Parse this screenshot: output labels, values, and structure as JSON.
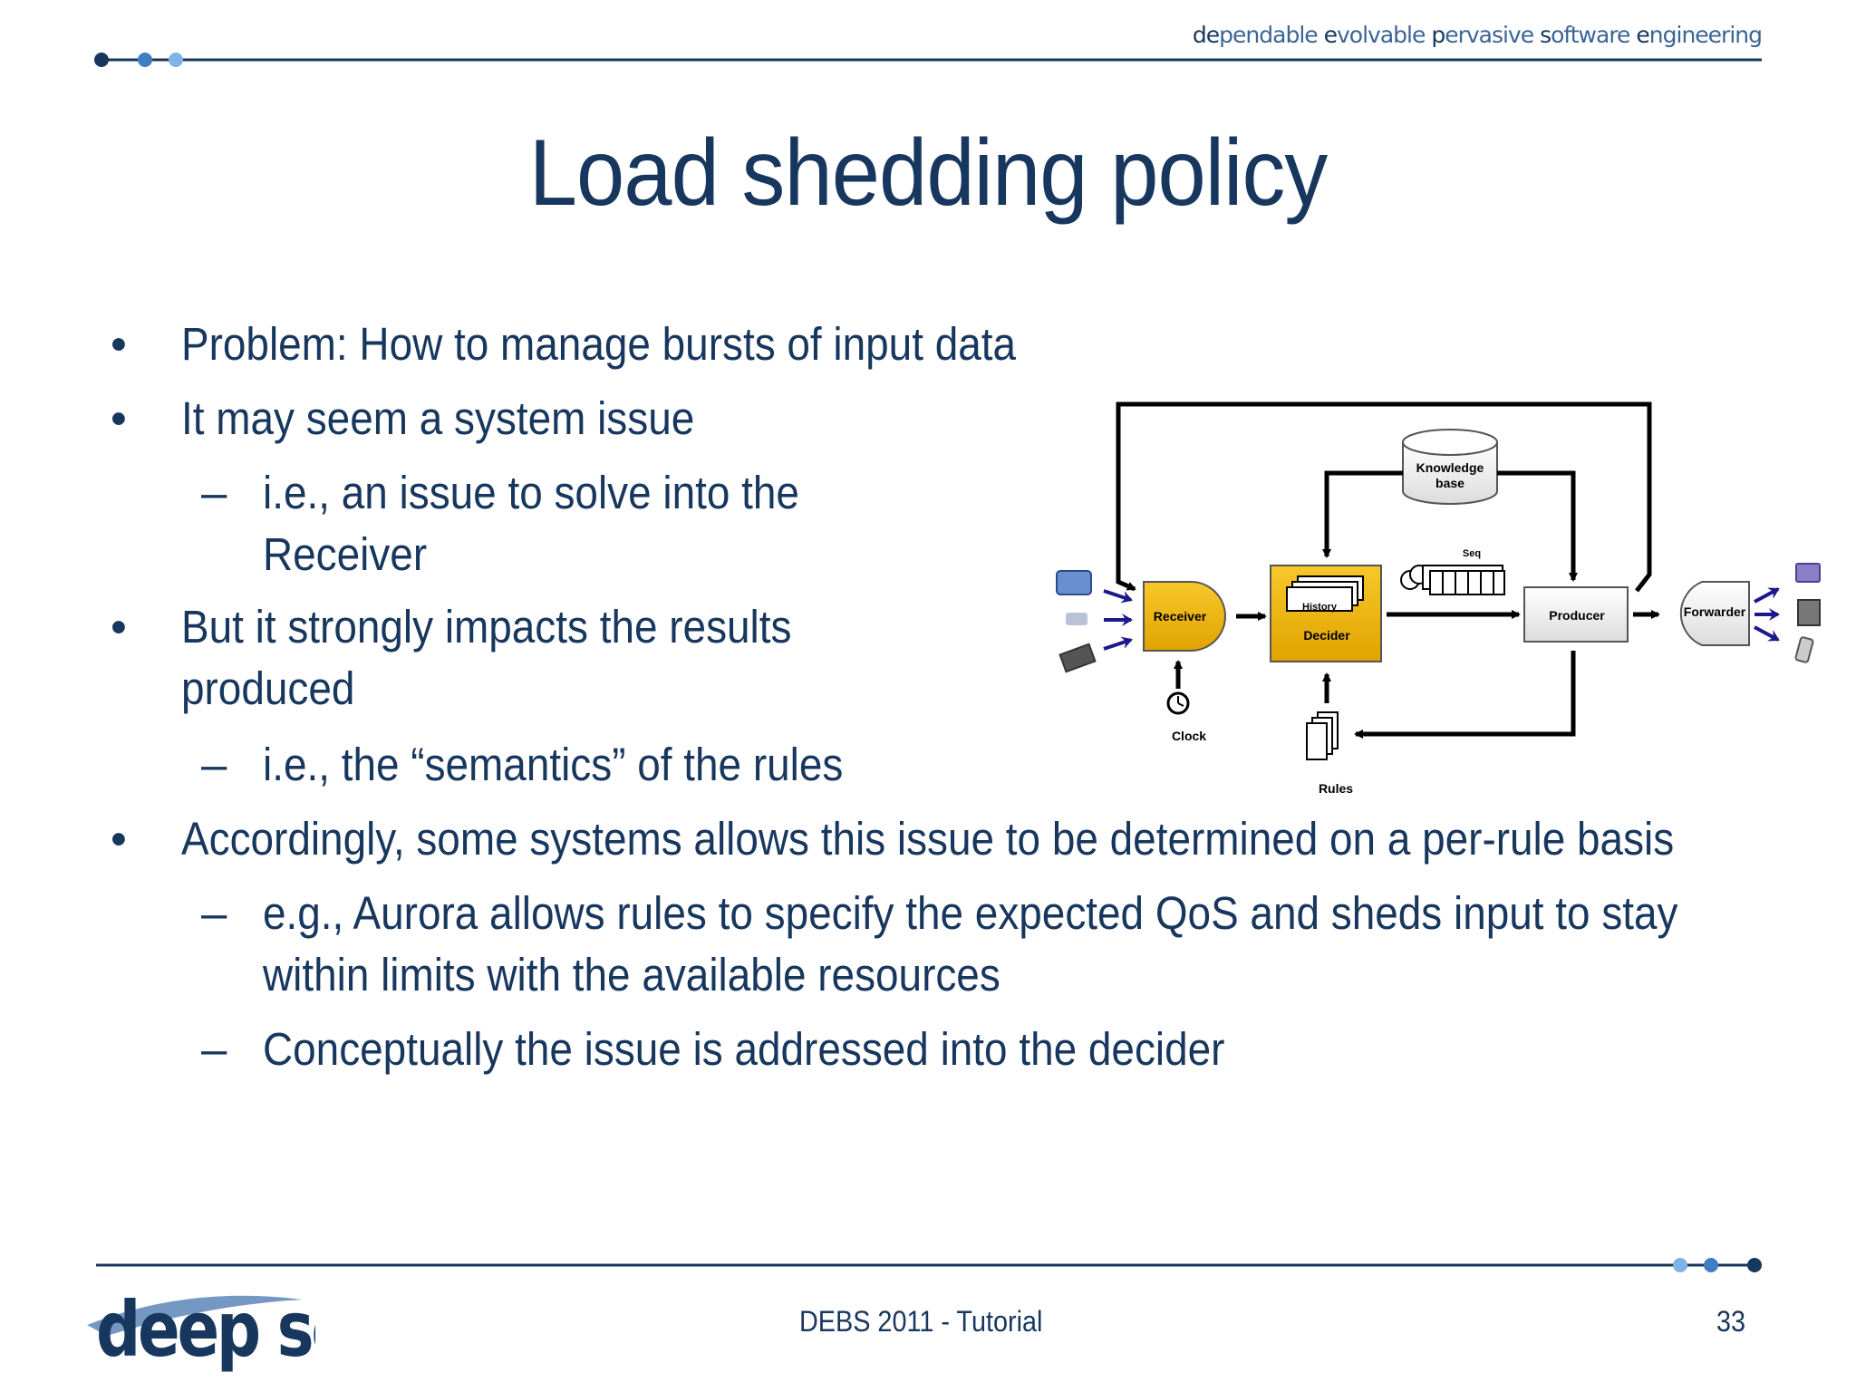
{
  "header": {
    "tagline_words": [
      {
        "first": "de",
        "rest": "pendable"
      },
      {
        "first": "e",
        "rest": "volvable"
      },
      {
        "first": "p",
        "rest": "ervasive"
      },
      {
        "first": "s",
        "rest": "oftware"
      },
      {
        "first": "e",
        "rest": "ngineering"
      }
    ]
  },
  "slide": {
    "title": "Load shedding policy",
    "bullets": [
      {
        "marker": "•",
        "lines": [
          "Problem: How to manage bursts of input data"
        ]
      },
      {
        "marker": "•",
        "lines": [
          "It may seem a system issue"
        ]
      },
      {
        "marker": "–",
        "lines": [
          "i.e., an issue to solve into the",
          "Receiver"
        ]
      },
      {
        "marker": "•",
        "lines": [
          "But it strongly impacts the results",
          "produced"
        ]
      },
      {
        "marker": "–",
        "lines": [
          "i.e., the “semantics” of the rules"
        ]
      },
      {
        "marker": "•",
        "lines": [
          "Accordingly, some systems allows this issue to be determined on a per-rule basis"
        ]
      },
      {
        "marker": "–",
        "lines": [
          "e.g., Aurora allows rules to specify the expected QoS and sheds input to stay",
          "within limits with the available resources"
        ]
      },
      {
        "marker": "–",
        "lines": [
          "Conceptually the issue is addressed into the decider"
        ]
      }
    ]
  },
  "diagram": {
    "labels": {
      "knowledge_base": [
        "Knowledge",
        "base"
      ],
      "seq": "Seq",
      "receiver": "Receiver",
      "history": "History",
      "decider": "Decider",
      "producer": "Producer",
      "forwarder": "Forwarder",
      "clock": "Clock",
      "rules": "Rules"
    },
    "colors": {
      "component_fill": "#f2b705",
      "accent_arrow": "#1a1a8c"
    }
  },
  "footer": {
    "center_text": "DEBS 2011 - Tutorial",
    "page_number": "33",
    "logo_text": "deep se"
  },
  "colors": {
    "title": "#17375e",
    "body_text": "#17375e",
    "rule_line": "#17375e",
    "dot_dark": "#17375e",
    "dot_mid": "#3f7fc1",
    "dot_light": "#7fb2e5"
  }
}
